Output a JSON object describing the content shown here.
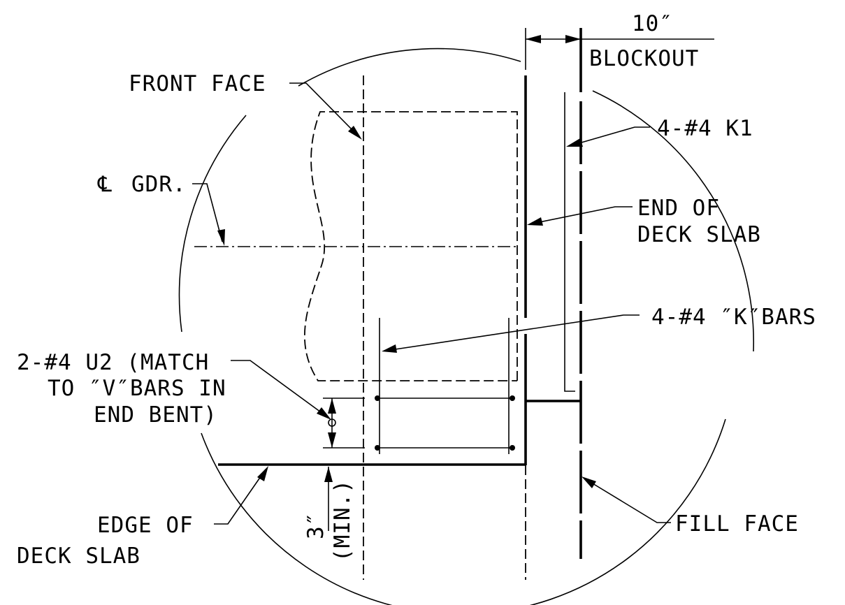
{
  "labels": {
    "front_face": "FRONT FACE",
    "cl_symbol": "℄",
    "cl_gdr": "GDR.",
    "dim_10": "10″",
    "blockout": "BLOCKOUT",
    "k1_bars": "4-#4 K1",
    "end_of_1": "END OF",
    "end_of_2": "DECK SLAB",
    "k_bars": "4-#4 ″K″BARS",
    "u2_line1": "2-#4 U2 (MATCH",
    "u2_line2": "TO ″V″BARS IN",
    "u2_line3": "END BENT)",
    "dim_3": "3″",
    "min": "(MIN.)",
    "edge_of_1": "EDGE OF",
    "edge_of_2": "DECK SLAB",
    "fill_face": "FILL FACE"
  }
}
